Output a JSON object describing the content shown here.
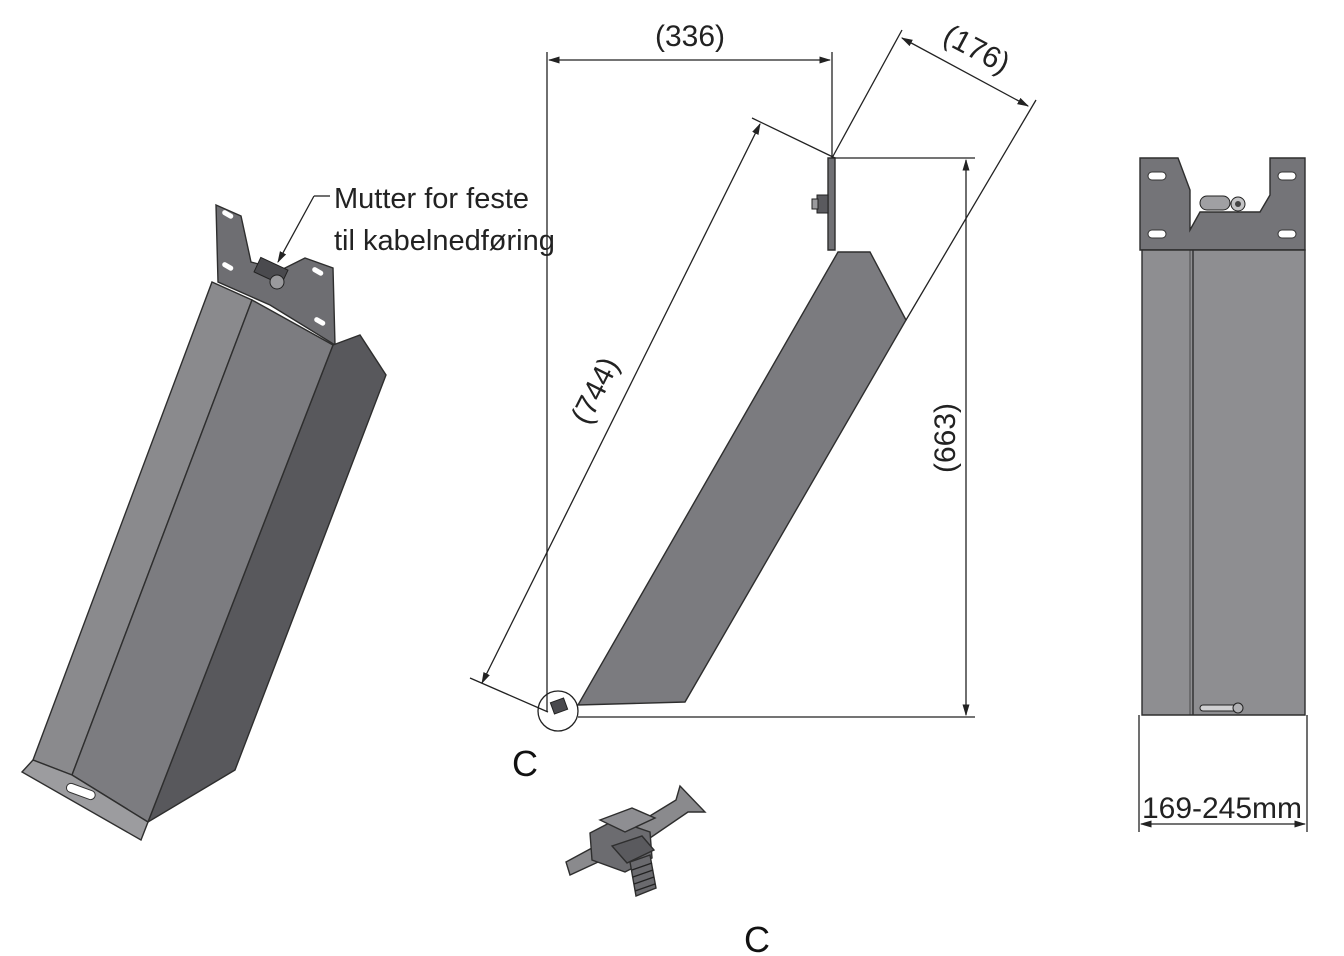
{
  "callout": {
    "line1": "Mutter for feste",
    "line2": "til kabelnedføring"
  },
  "dimensions": {
    "width_top": "(336)",
    "depth_top": "(176)",
    "length_diagonal": "(744)",
    "height": "(663)",
    "width_range": "169-245mm"
  },
  "detail": {
    "marker_label": "C",
    "view_label": "C"
  },
  "colors": {
    "sheet_light": "#8b8b8e",
    "sheet_mid": "#77777a",
    "sheet_dark": "#5e5e62",
    "outline": "#2e2e2e"
  }
}
